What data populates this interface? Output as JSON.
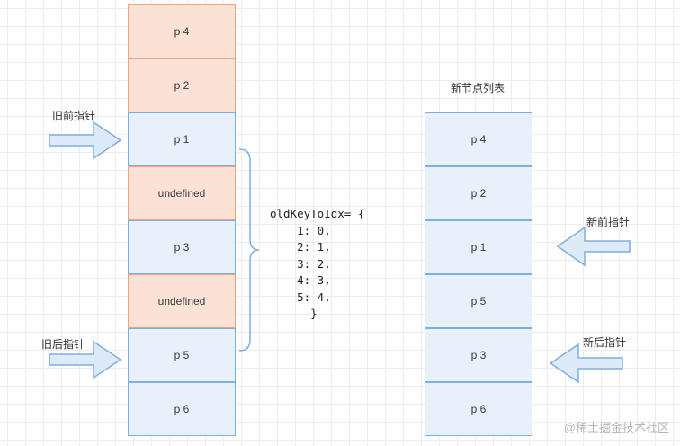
{
  "old_list": [
    {
      "label": "p 4",
      "color": "#fbe2d6"
    },
    {
      "label": "p 2",
      "color": "#fbe2d6"
    },
    {
      "label": "p 1",
      "color": "#e8f1fb"
    },
    {
      "label": "undefined",
      "color": "#fbe2d6"
    },
    {
      "label": "p 3",
      "color": "#e8f1fb"
    },
    {
      "label": "undefined",
      "color": "#fbe2d6"
    },
    {
      "label": "p 5",
      "color": "#e8f1fb"
    },
    {
      "label": "p 6",
      "color": "#e8f1fb"
    }
  ],
  "new_list": {
    "title": "新节点列表",
    "items": [
      "p 4",
      "p 2",
      "p 1",
      "p 5",
      "p 3",
      "p 6"
    ]
  },
  "pointers": {
    "old_start": "旧前指针",
    "old_end": "旧后指针",
    "new_start": "新前指针",
    "new_end": "新后指针"
  },
  "map_code": {
    "line0": "oldKeyToIdx= {",
    "line1": "    1: 0,",
    "line2": "    2: 1,",
    "line3": "    3: 2,",
    "line4": "    4: 3,",
    "line5": "    5: 4,",
    "line6": "      }"
  },
  "watermark": "@稀土掘金技术社区",
  "colors": {
    "blue_fill": "#e8f1fb",
    "blue_border": "#7eaee0",
    "orange_fill": "#fbe2d6",
    "orange_border": "#f0a37e"
  }
}
